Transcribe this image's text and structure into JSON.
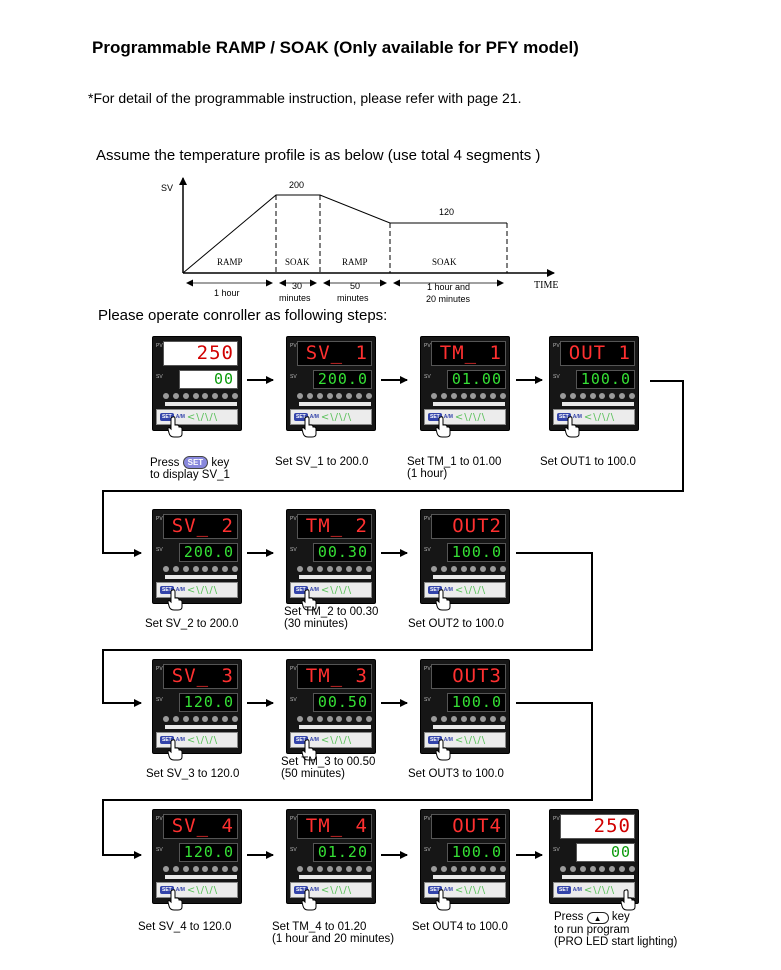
{
  "title": "Programmable RAMP / SOAK (Only available for PFY model)",
  "note": "*For detail of the programmable instruction, please refer with page 21.",
  "profile": {
    "heading": "Assume the temperature profile is as below (use total 4 segments )",
    "y_axis_label": "SV",
    "x_axis_label": "TIME",
    "peak_value": "200",
    "soak2_value": "120",
    "segments": [
      "RAMP",
      "SOAK",
      "RAMP",
      "SOAK"
    ],
    "durations": [
      {
        "lines": [
          "1 hour"
        ]
      },
      {
        "lines": [
          "30",
          "minutes"
        ]
      },
      {
        "lines": [
          "50",
          "minutes"
        ]
      },
      {
        "lines": [
          "1 hour and",
          "20 minutes"
        ]
      }
    ]
  },
  "steps_heading": "Please operate conroller as following steps:",
  "keys": {
    "set": "SET",
    "am": "A/M",
    "arrows": "<\\/\\/\\",
    "pv_tag": "PV",
    "sv_tag": "SV"
  },
  "steps": [
    {
      "pv": "250",
      "sv": "00",
      "style": "white",
      "caption": [
        "Press",
        "key",
        "to display SV_1"
      ],
      "badge": "SET"
    },
    {
      "pv": "SV_ 1",
      "sv": "200.0",
      "style": "dark",
      "caption": [
        "Set SV_1 to 200.0"
      ]
    },
    {
      "pv": "TM_ 1",
      "sv": "01.00",
      "style": "dark",
      "caption": [
        "Set TM_1 to 01.00",
        "(1 hour)"
      ]
    },
    {
      "pv": "OUT 1",
      "sv": "100.0",
      "style": "dark",
      "caption": [
        "Set OUT1 to 100.0"
      ]
    },
    {
      "pv": "SV_ 2",
      "sv": "200.0",
      "style": "dark",
      "caption": [
        "Set SV_2 to 200.0"
      ]
    },
    {
      "pv": "TM_ 2",
      "sv": "00.30",
      "style": "dark",
      "caption": [
        "Set TM_2 to 00.30",
        "(30 minutes)"
      ]
    },
    {
      "pv": "OUT2",
      "sv": "100.0",
      "style": "dark",
      "caption": [
        "Set OUT2 to 100.0"
      ]
    },
    {
      "pv": "SV_ 3",
      "sv": "120.0",
      "style": "dark",
      "caption": [
        "Set SV_3 to 120.0"
      ]
    },
    {
      "pv": "TM_ 3",
      "sv": "00.50",
      "style": "dark",
      "caption": [
        "Set TM_3 to 00.50",
        "(50 minutes)"
      ]
    },
    {
      "pv": "OUT3",
      "sv": "100.0",
      "style": "dark",
      "caption": [
        "Set OUT3 to 100.0"
      ]
    },
    {
      "pv": "SV_ 4",
      "sv": "120.0",
      "style": "dark",
      "caption": [
        "Set SV_4 to 120.0"
      ]
    },
    {
      "pv": "TM_ 4",
      "sv": "01.20",
      "style": "dark",
      "caption": [
        "Set TM_4 to 01.20",
        "(1 hour and 20 minutes)"
      ]
    },
    {
      "pv": "OUT4",
      "sv": "100.0",
      "style": "dark",
      "caption": [
        "Set OUT4 to 100.0"
      ]
    },
    {
      "pv": "250",
      "sv": "00",
      "style": "white",
      "caption": [
        "Press",
        "key",
        "to run program",
        "(PRO LED start lighting)"
      ],
      "badge": "up-arrow"
    }
  ]
}
